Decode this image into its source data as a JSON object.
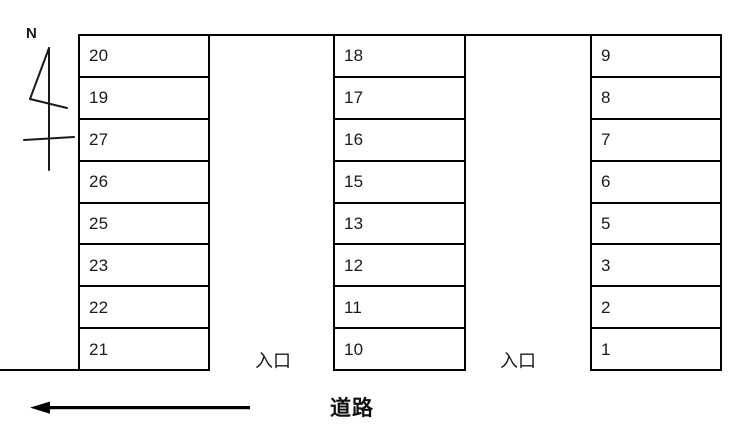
{
  "diagram": {
    "title_road": "道路",
    "compass": {
      "label": "N",
      "icon": "north-arrow-icon"
    },
    "entrances": [
      {
        "label": "入口"
      },
      {
        "label": "入口"
      }
    ],
    "road": {
      "label": "道路",
      "arrow_direction": "left",
      "arrow_icon": "arrow-left-icon"
    },
    "colors": {
      "line": "#000000",
      "text": "#1a1a1a",
      "background": "#ffffff"
    },
    "blocks": [
      {
        "name": "left-block",
        "stalls": [
          "20",
          "19",
          "27",
          "26",
          "25",
          "23",
          "22",
          "21"
        ]
      },
      {
        "name": "middle-block",
        "stalls": [
          "18",
          "17",
          "16",
          "15",
          "13",
          "12",
          "11",
          "10"
        ]
      },
      {
        "name": "right-block",
        "stalls": [
          "9",
          "8",
          "7",
          "6",
          "5",
          "3",
          "2",
          "1"
        ]
      }
    ]
  }
}
